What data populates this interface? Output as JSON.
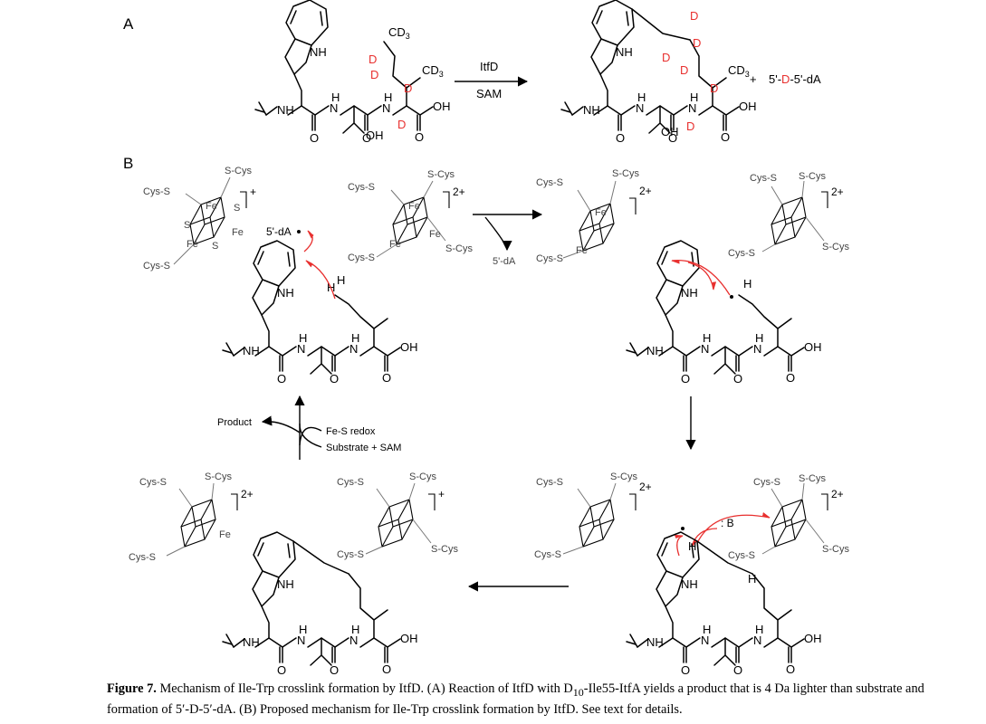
{
  "panels": {
    "a": "A",
    "b": "B"
  },
  "scheme_a": {
    "enzyme": "ItfD",
    "cofactor": "SAM",
    "coproduct": "5'-D-5'-dA",
    "coproduct_parts": [
      "5'-",
      "D",
      "-5'-dA"
    ],
    "labels": {
      "nh": "NH",
      "h": "H",
      "n": "N",
      "o": "O",
      "oh": "OH",
      "ho_acid": "OH",
      "d": "D",
      "cd3": "CD",
      "cd3_sub": "3",
      "plus": "+"
    }
  },
  "cluster": {
    "cys_s": "Cys-S",
    "s_cys": "S-Cys",
    "fe": "Fe",
    "s": "S",
    "charge_1": "+",
    "charge_2": "2+"
  },
  "scheme_b": {
    "radical_label": "5'-dA",
    "released": "5'-dA",
    "base": ": B",
    "h": "H",
    "cycle_product": "Product",
    "cycle_redox": "Fe-S redox",
    "cycle_substrate": "Substrate + SAM"
  },
  "caption": {
    "label": "Figure 7.",
    "part1": " Mechanism of Ile-Trp crosslink formation by ItfD. (A) Reaction of ItfD with D",
    "sub": "10",
    "part2": "-Ile55-ItfA yields a product that is 4 Da lighter than substrate and formation of 5′-D-5′-dA. (B) Proposed mechanism for Ile-Trp crosslink formation by ItfD. See text for details."
  }
}
